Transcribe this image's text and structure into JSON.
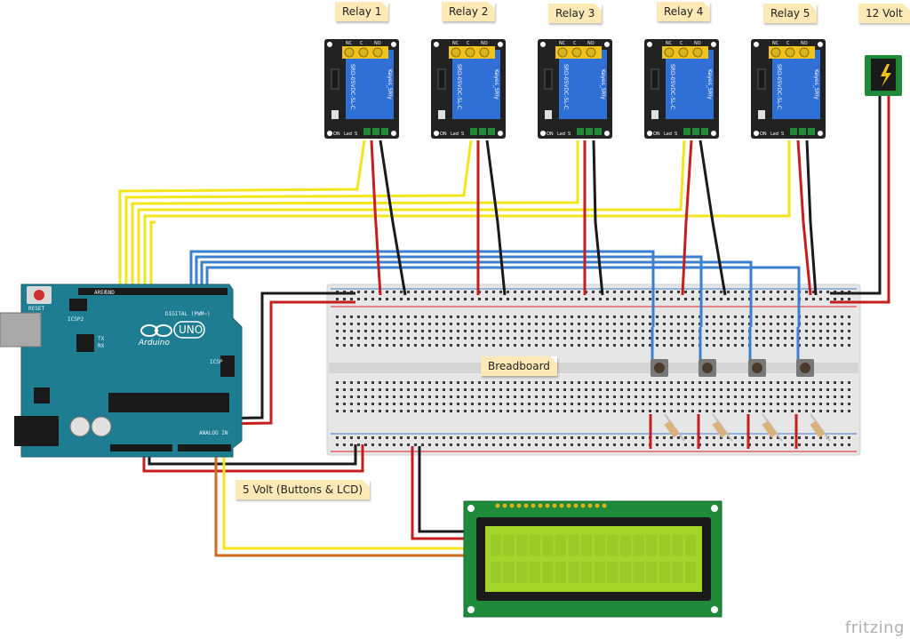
{
  "labels": {
    "relay1": "Relay 1",
    "relay2": "Relay 2",
    "relay3": "Relay 3",
    "relay4": "Relay 4",
    "relay5": "Relay 5",
    "power": "12 Volt",
    "breadboard": "Breadboard",
    "five_volt": "5 Volt (Buttons & LCD)"
  },
  "relay_module": {
    "pins_top": [
      "NC",
      "C",
      "NO"
    ],
    "pins_bottom": [
      "ON",
      "Led",
      "S"
    ],
    "part_text": "SRD-05VDC-SL-C",
    "brand_text": "Keyes_SRly"
  },
  "arduino": {
    "reset": "RESET",
    "icsp2": "ICSP2",
    "icsp": "ICSP",
    "digital": "DIGITAL (PWM~)",
    "analog": "ANALOG IN",
    "tx": "TX",
    "rx": "RX",
    "aref": "AREF",
    "gnd": "GND",
    "logo": "UNO",
    "brand": "Arduino"
  },
  "watermark": "fritzing",
  "colors": {
    "yellow_wire": "#f2e51c",
    "red_wire": "#c41e1e",
    "black_wire": "#1a1a1a",
    "blue_wire": "#3a7fd0",
    "orange_wire": "#d06a1c",
    "relay_board": "#222222",
    "relay_body": "#2f6fd6",
    "arduino": "#1f7d92",
    "lcd_pcb": "#1f8a3a",
    "lcd_screen": "#a6d52a"
  }
}
